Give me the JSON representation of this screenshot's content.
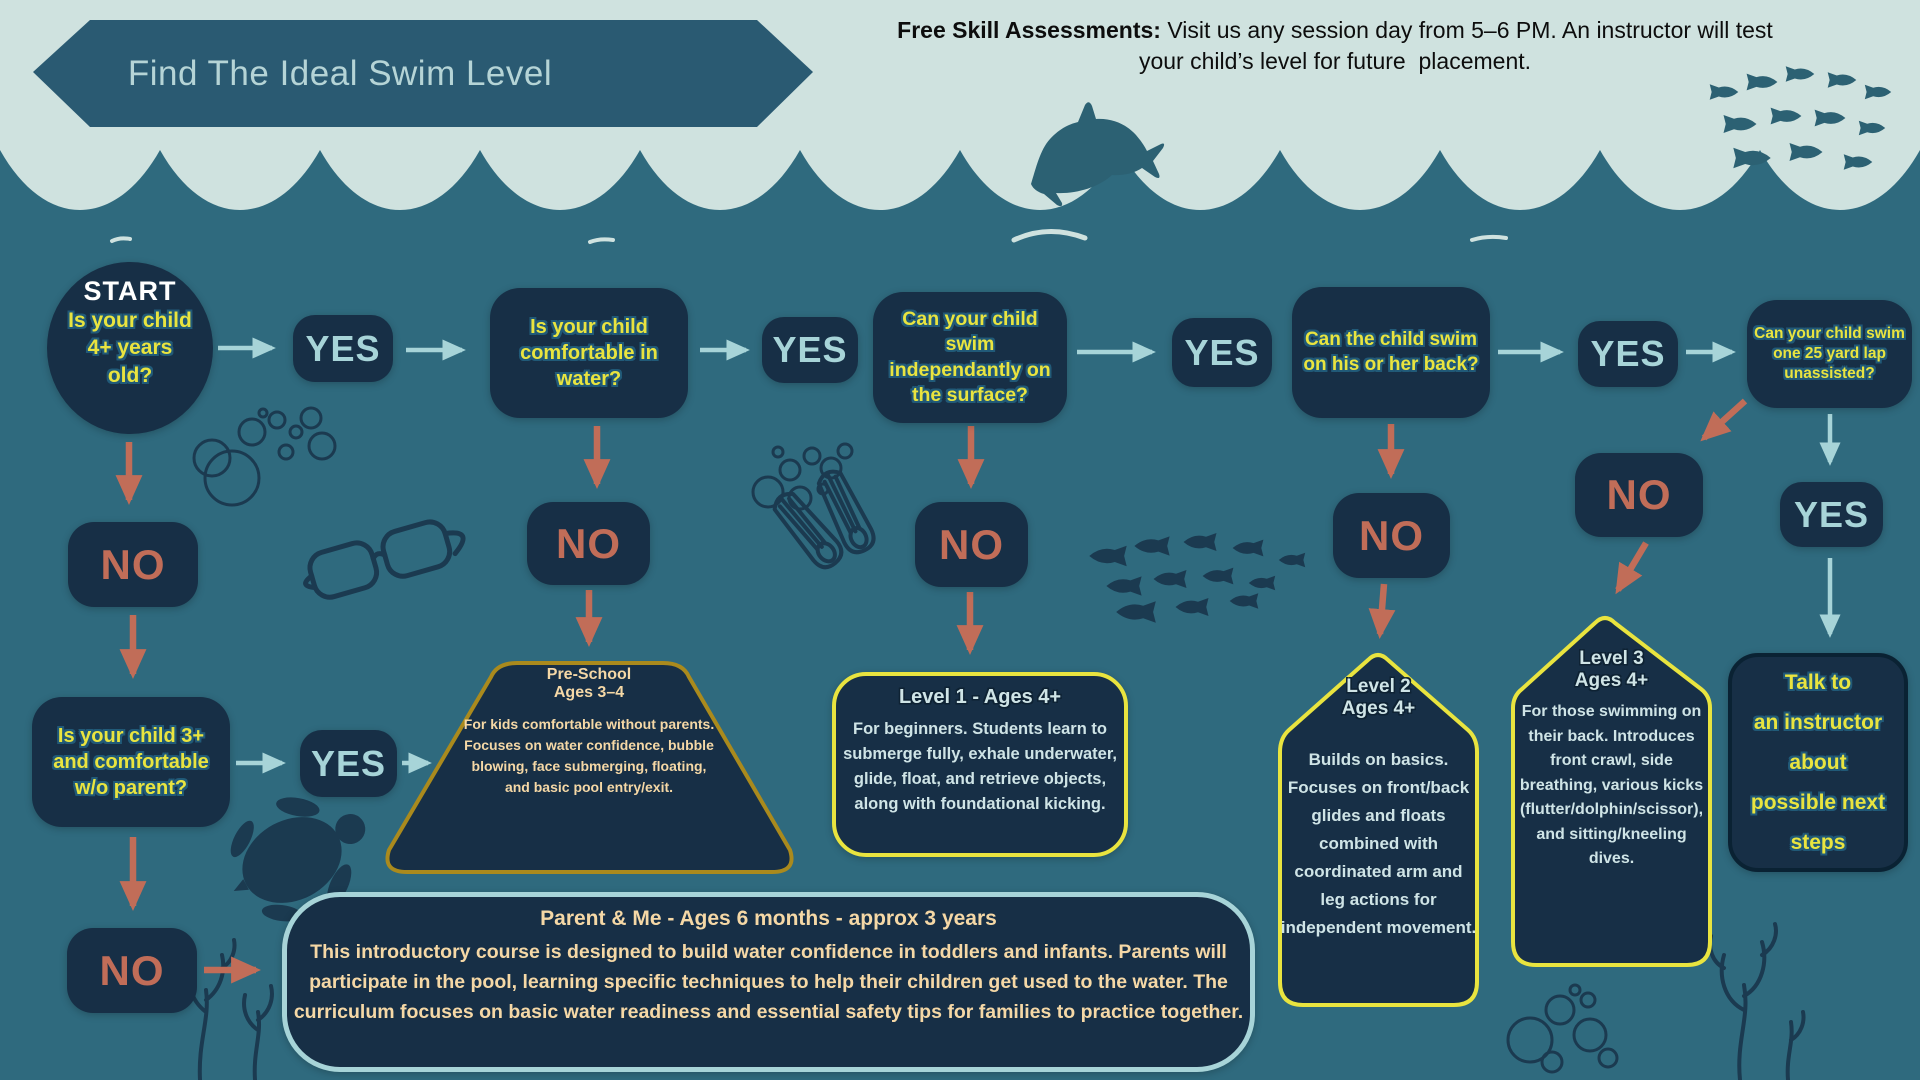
{
  "banner": {
    "title": "Find The Ideal Swim Level"
  },
  "announcement": {
    "lead": "Free Skill Assessments:",
    "line1_rest": " Visit us any session day from 5–6 PM. An instructor will test",
    "line2": "your child’s level for future  placement."
  },
  "flow": {
    "start_label": "START",
    "q_age": "Is your child 4+ years old?",
    "q_comfortable": "Is your child comfortable in water?",
    "q_surface": "Can your child swim independantly on the surface?",
    "q_back": "Can the child swim on his or her back?",
    "q_lap": "Can your child swim one 25 yard lap unassisted?",
    "q_no_parent": "Is your child 3+ and comfortable w/o parent?",
    "yes": "YES",
    "no": "NO"
  },
  "outcomes": {
    "preschool": {
      "title": "Pre-School",
      "ages": "Ages 3–4",
      "body": "For kids comfortable without parents. Focuses on water confidence, bubble blowing, face submerging, floating, and basic pool entry/exit."
    },
    "level1": {
      "title": "Level 1 - Ages 4+",
      "body": "For beginners. Students learn to submerge fully, exhale underwater, glide, float, and retrieve objects, along with foundational kicking."
    },
    "level2": {
      "title": "Level 2",
      "ages": "Ages 4+",
      "body": "Builds on basics. Focuses on front/back glides and floats combined with coordinated arm and leg actions for independent movement."
    },
    "level3": {
      "title": "Level 3",
      "ages": "Ages 4+",
      "body": "For those swimming on their back. Introduces front crawl, side breathing, various kicks (flutter/dolphin/scissor), and sitting/kneeling dives."
    },
    "parent_me": {
      "title": "Parent & Me - Ages 6 months - approx 3 years",
      "body": "This introductory course is designed to build water confidence in toddlers and infants. Parents will participate in the pool, learning specific techniques to help their children get used to the water. The curriculum focuses on basic water readiness and essential safety tips for families to practice together."
    },
    "instructor": {
      "body": "Talk to\nan instructor\nabout\npossible next\nsteps"
    }
  },
  "decor_icons": [
    "wave-border",
    "dolphin",
    "fish-school",
    "bubbles",
    "goggles",
    "swim-fins",
    "sea-turtle",
    "coral"
  ],
  "colors": {
    "background": "#2f6a7e",
    "surface_light": "#cfe2df",
    "node_navy": "#172f46",
    "accent_yellow": "#e9e43f",
    "accent_salmon": "#c16d58",
    "accent_lightblue": "#a7d4d8",
    "cream": "#f5d8a6",
    "gold_border": "#aa8a1d",
    "yellow_border": "#e9e43f",
    "banner": "#2a5a72",
    "decor_navy": "#1b3a50"
  }
}
